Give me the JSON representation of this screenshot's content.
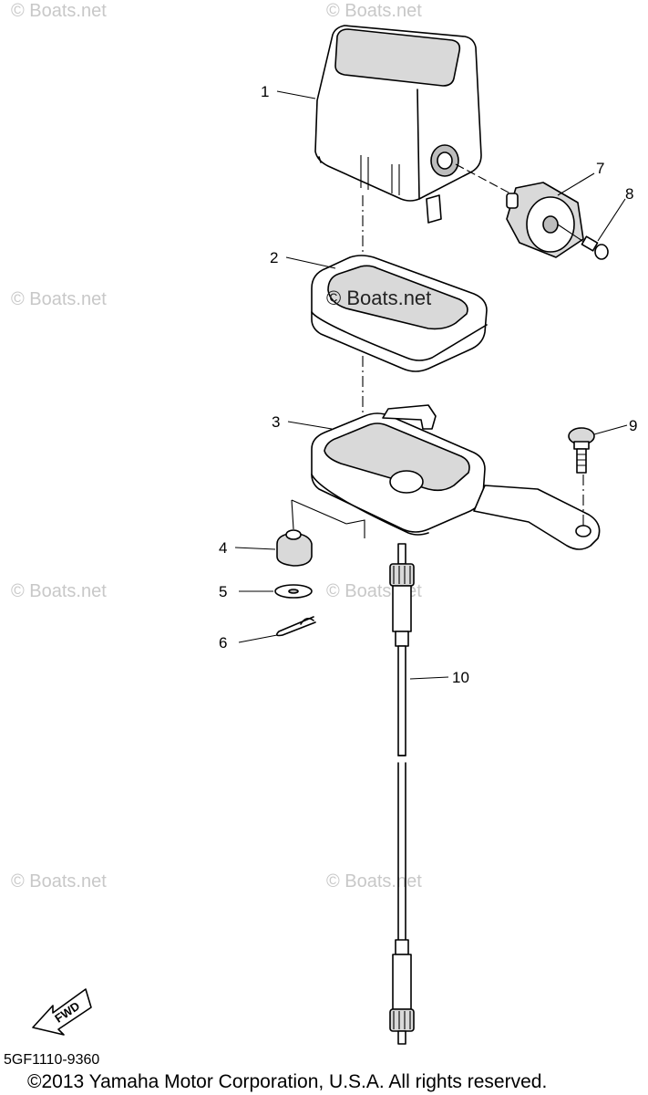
{
  "diagram": {
    "watermark_text": "© Boats.net",
    "center_watermark_text": "© Boats.net",
    "callouts": [
      "1",
      "2",
      "3",
      "4",
      "5",
      "6",
      "7",
      "8",
      "9",
      "10"
    ],
    "fwd_label": "FWD",
    "part_code": "5GF1110-9360",
    "copyright": "©2013 Yamaha Motor Corporation, U.S.A. All rights reserved."
  }
}
